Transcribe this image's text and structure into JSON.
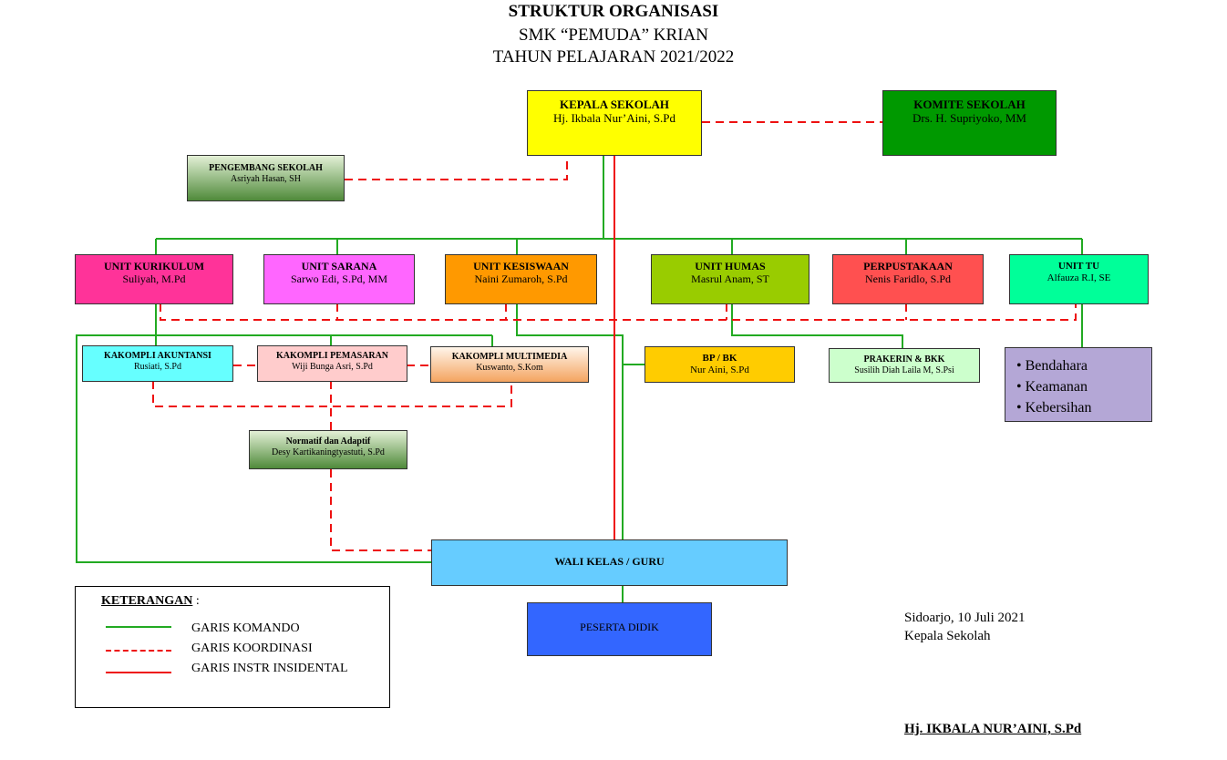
{
  "title": {
    "line1": "STRUKTUR ORGANISASI",
    "line2": "SMK “PEMUDA” KRIAN",
    "line3": "TAHUN PELAJARAN 2021/2022"
  },
  "nodes": {
    "kepala": {
      "title": "KEPALA SEKOLAH",
      "name": "Hj. Ikbala Nur’Aini, S.Pd",
      "color": "#ffff00"
    },
    "komite": {
      "title": "KOMITE SEKOLAH",
      "name": "Drs. H. Supriyoko, MM",
      "color": "#009900"
    },
    "pengembang": {
      "title": "PENGEMBANG SEKOLAH",
      "name": "Asriyah Hasan, SH",
      "color": "#6aa84f"
    },
    "kurikulum": {
      "title": "UNIT KURIKULUM",
      "name": "Suliyah, M.Pd",
      "color": "#ff3399"
    },
    "sarana": {
      "title": "UNIT SARANA",
      "name": "Sarwo Edi, S.Pd, MM",
      "color": "#ff66ff"
    },
    "kesiswaan": {
      "title": "UNIT KESISWAAN",
      "name": "Naini Zumaroh, S.Pd",
      "color": "#ff9900"
    },
    "humas": {
      "title": "UNIT HUMAS",
      "name": "Masrul Anam, ST",
      "color": "#99cc00"
    },
    "perpustakaan": {
      "title": "PERPUSTAKAAN",
      "name": "Nenis Faridlo, S.Pd",
      "color": "#ff5050"
    },
    "tu": {
      "title": "UNIT TU",
      "name": "Alfauza R.I, SE",
      "color": "#00ff99"
    },
    "akuntansi": {
      "title": "KAKOMPLI AKUNTANSI",
      "name": "Rusiati, S.Pd",
      "color": "#66ffff"
    },
    "pemasaran": {
      "title": "KAKOMPLI PEMASARAN",
      "name": "Wiji Bunga Asri, S.Pd",
      "color": "#ffcccc"
    },
    "multimedia": {
      "title": "KAKOMPLI MULTIMEDIA",
      "name": "Kuswanto, S.Kom",
      "color": "#fbbf8a"
    },
    "bpbk": {
      "title": "BP / BK",
      "name": "Nur Aini, S.Pd",
      "color": "#ffcc00"
    },
    "prakerin": {
      "title": "PRAKERIN & BKK",
      "name": "Susilih Diah Laila M, S.Psi",
      "color": "#ccffcc"
    },
    "normatif": {
      "title": "Normatif dan Adaptif",
      "name": "Desy Kartikaningtyastuti, S.Pd",
      "color": "#6aa84f"
    },
    "walikelas": {
      "title": "WALI KELAS / GURU",
      "color": "#66ccff"
    },
    "peserta": {
      "title": "PESERTA DIDIK",
      "color": "#3366ff"
    }
  },
  "tu_items": [
    "Bendahara",
    "Keamanan",
    "Kebersihan"
  ],
  "legend": {
    "heading": "KETERANGAN",
    "colon": " :",
    "items": [
      {
        "label": "GARIS KOMANDO",
        "color": "#22aa22",
        "style": "solid"
      },
      {
        "label": "GARIS KOORDINASI",
        "color": "#ee1111",
        "style": "dashed"
      },
      {
        "label": "GARIS INSTR INSIDENTAL",
        "color": "#ee1111",
        "style": "solid"
      }
    ]
  },
  "signature": {
    "place_date": "Sidoarjo, 10 Juli 2021",
    "role": "Kepala Sekolah",
    "name": "Hj. IKBALA NUR’AINI, S.Pd"
  },
  "colors": {
    "command": "#22aa22",
    "coordination": "#ee1111",
    "incidental": "#ee1111"
  }
}
